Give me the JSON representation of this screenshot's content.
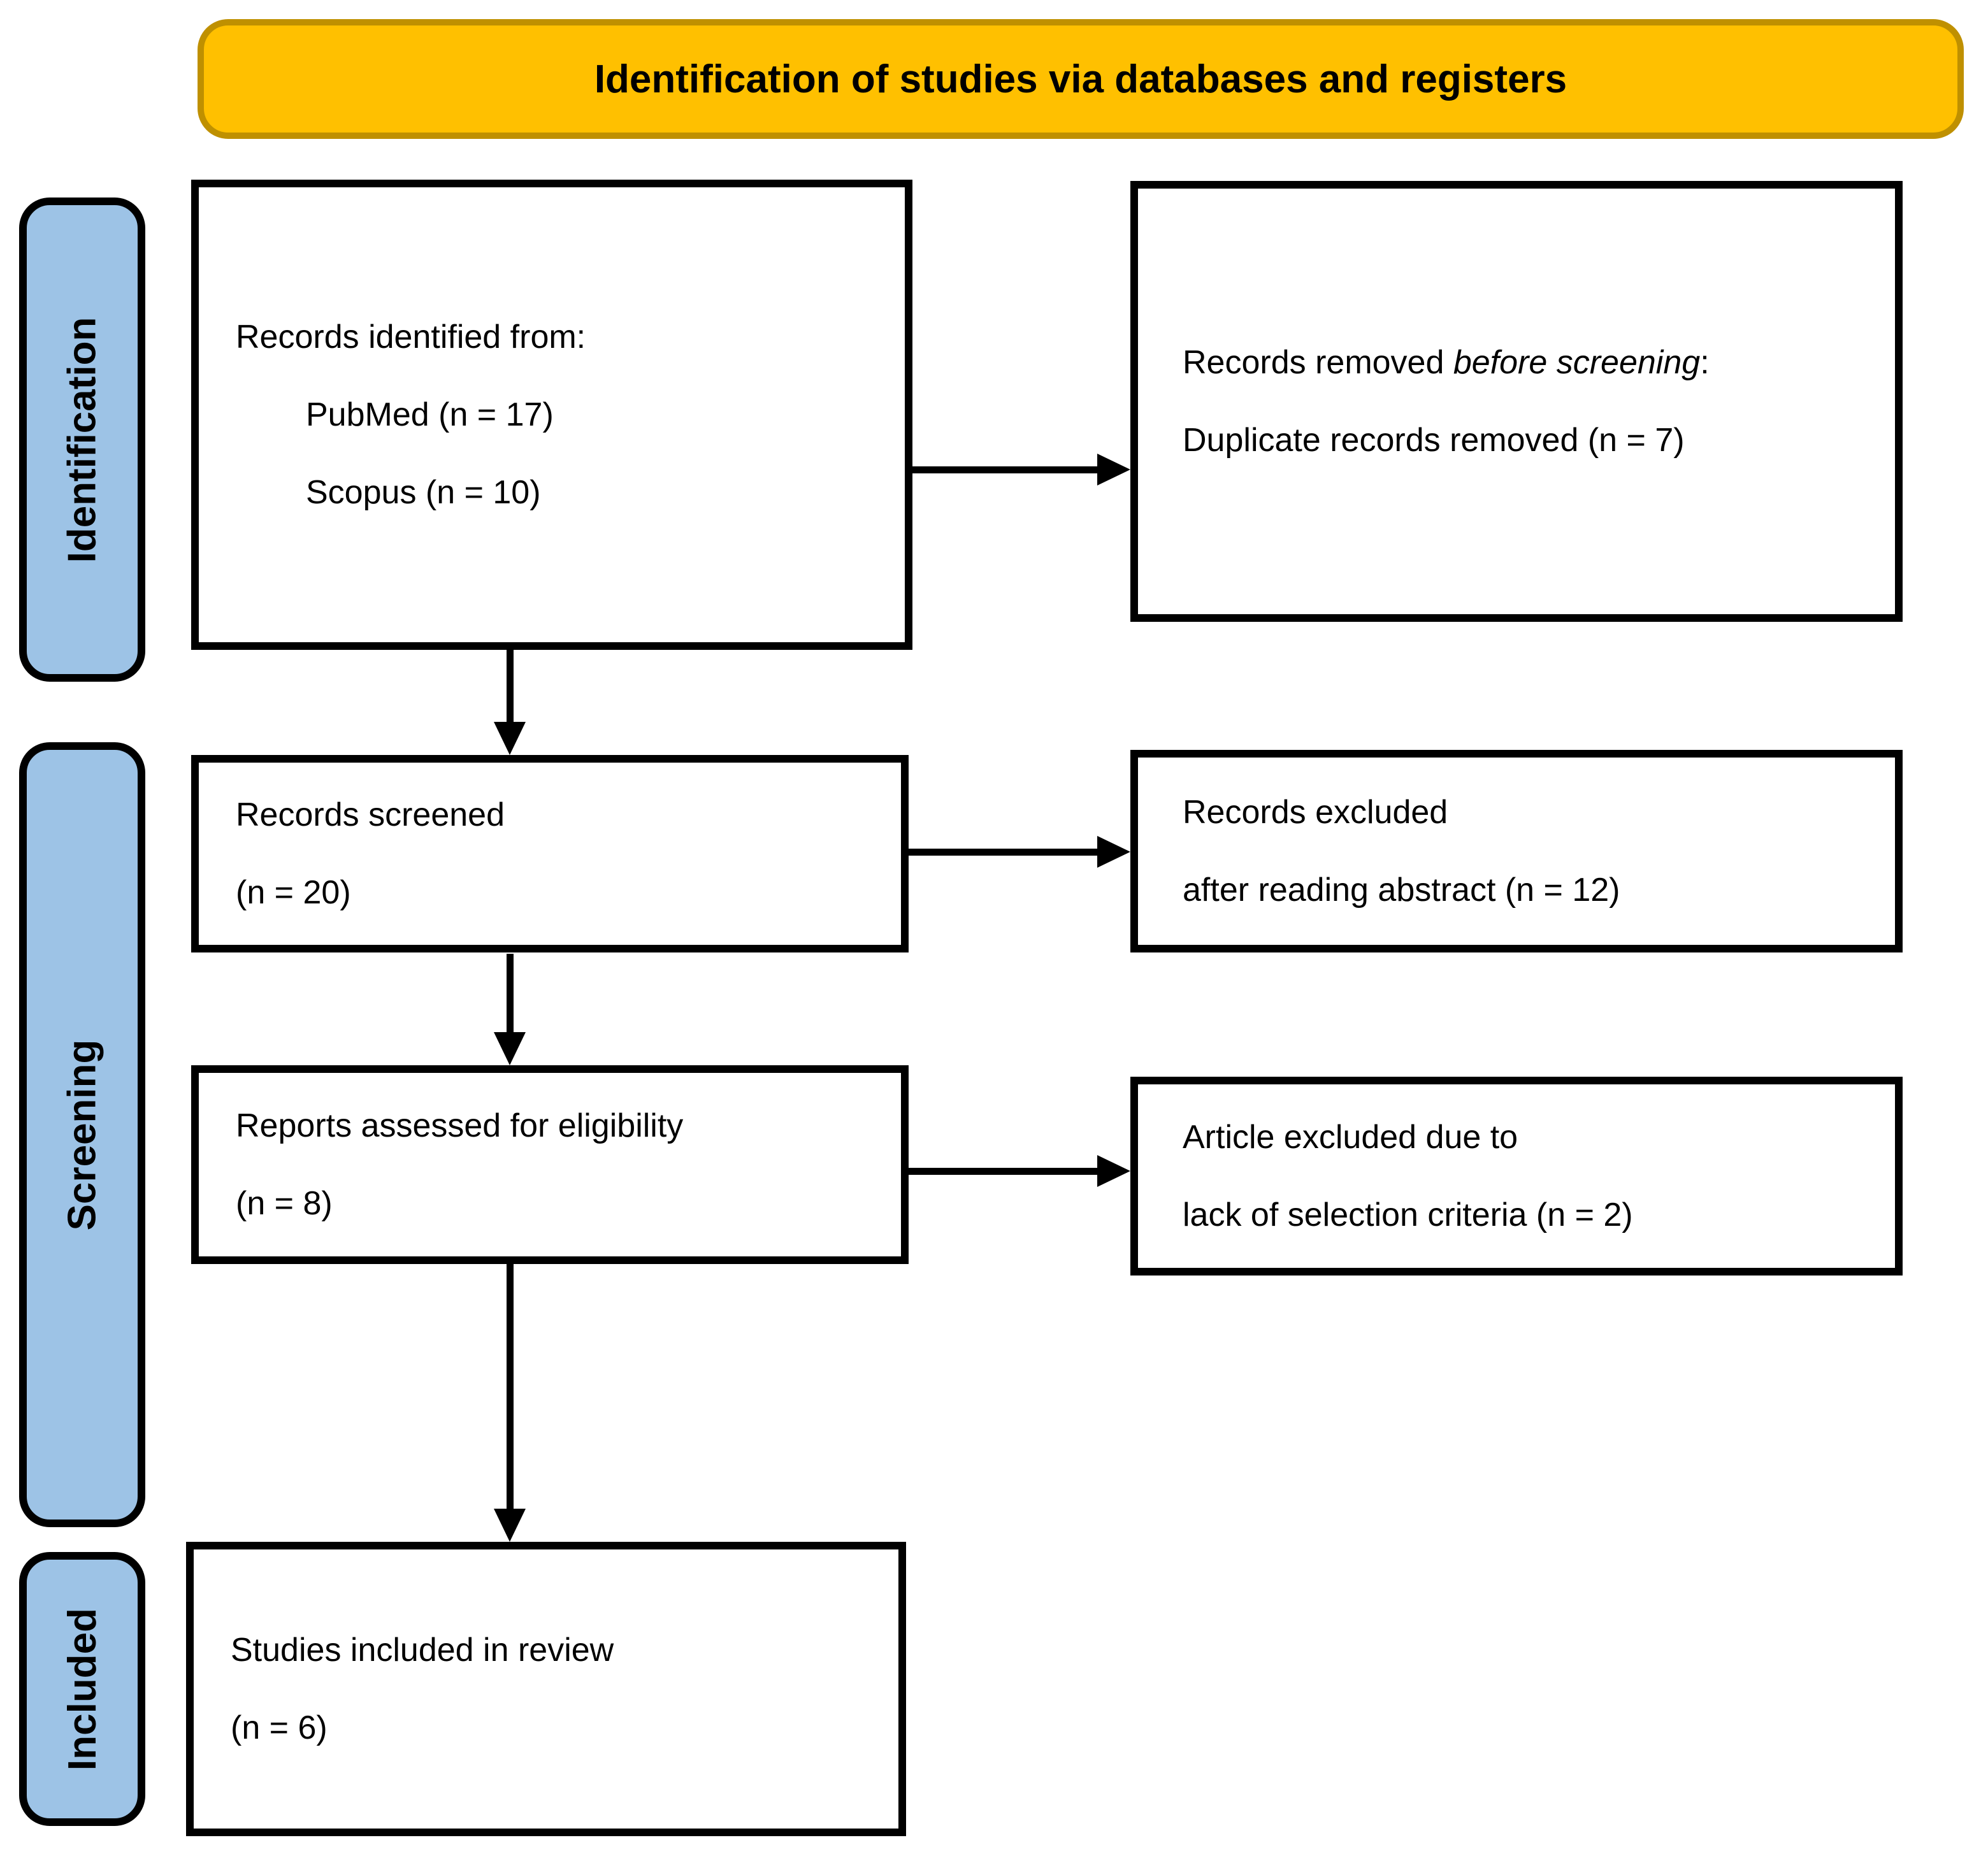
{
  "title_banner": "Identification of studies via databases and registers",
  "stages": {
    "identification": "Identification",
    "screening": "Screening",
    "included": "Included"
  },
  "boxes": {
    "identified": {
      "line1": "Records identified from:",
      "line2": "PubMed (n = 17)",
      "line3": "Scopus (n = 10)"
    },
    "removed_before_screening": {
      "line1_prefix": "Records removed ",
      "line1_italic": "before screening",
      "line1_suffix": ":",
      "line2": "Duplicate records removed (n = 7)"
    },
    "screened": {
      "line1": "Records screened",
      "line2": "(n = 20)"
    },
    "excluded_after_abstract": {
      "line1": "Records excluded",
      "line2": "after reading abstract (n = 12)"
    },
    "assessed": {
      "line1": "Reports assessed for eligibility",
      "line2": "(n = 8)"
    },
    "excluded_criteria": {
      "line1": "Article excluded due to",
      "line2": "lack of selection criteria (n = 2)"
    },
    "included_review": {
      "line1": "Studies included in review",
      "line2": "(n = 6)"
    }
  },
  "colors": {
    "banner_fill": "#FFC000",
    "banner_border": "#BF9000",
    "stage_fill": "#9DC3E6",
    "ink": "#000000",
    "bg": "#FFFFFF"
  }
}
